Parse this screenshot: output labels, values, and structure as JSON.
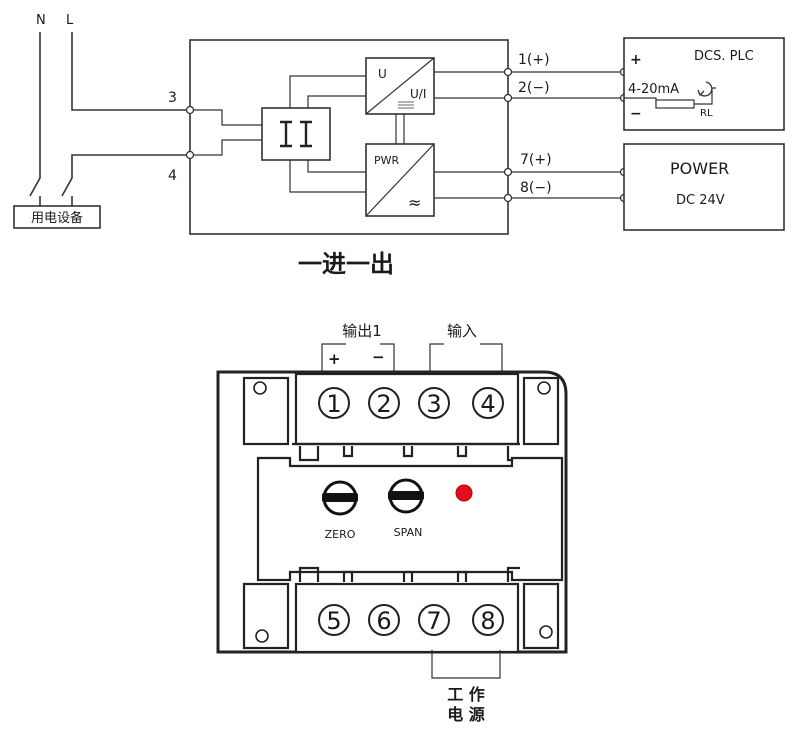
{
  "wiring": {
    "supply": {
      "n_label": "N",
      "l_label": "L",
      "load_label": "用电设备"
    },
    "terminal_labels": {
      "t3": "3",
      "t4": "4"
    },
    "outputs": [
      {
        "id": "t1",
        "label": "1(+)"
      },
      {
        "id": "t2",
        "label": "2(−)"
      },
      {
        "id": "t7",
        "label": "7(+)"
      },
      {
        "id": "t8",
        "label": "8(−)"
      }
    ],
    "converter": {
      "u_label": "U",
      "ui_label": "U/I",
      "pwr_label": "PWR",
      "ac_symbol": "≈"
    },
    "dcs": {
      "title": "DCS. PLC",
      "plus": "+",
      "minus": "−",
      "signal": "4-20mA",
      "resistor": "RL"
    },
    "power": {
      "title": "POWER",
      "subtitle": "DC  24V"
    },
    "caption": "一进一出"
  },
  "device": {
    "top_labels": {
      "output": "输出1",
      "plus": "+",
      "minus": "−",
      "input": "输入"
    },
    "top_terminals": [
      "1",
      "2",
      "3",
      "4"
    ],
    "bottom_terminals": [
      "5",
      "6",
      "7",
      "8"
    ],
    "knobs": {
      "zero": "ZERO",
      "span": "SPAN"
    },
    "indicator_color": "#e01020",
    "bottom_label_line1": "工 作",
    "bottom_label_line2": "电 源"
  }
}
